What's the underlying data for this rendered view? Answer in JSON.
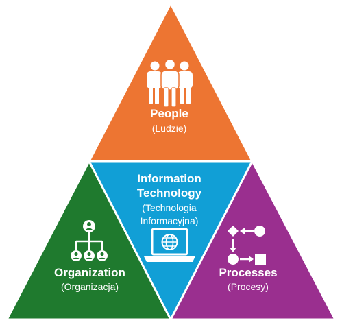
{
  "colors": {
    "people": "#ED7532",
    "organization": "#1F7A2E",
    "processes": "#9A2F8F",
    "technology": "#119FD6",
    "border": "#ffffff",
    "icon": "#ffffff"
  },
  "people": {
    "title": "People",
    "subtitle": "(Ludzie)",
    "icon": "group-of-people-icon"
  },
  "technology": {
    "title_line1": "Information",
    "title_line2": "Technology",
    "subtitle_line1": "(Technologia",
    "subtitle_line2": "Informacyjna)",
    "icon": "laptop-globe-icon"
  },
  "organization": {
    "title": "Organization",
    "subtitle": "(Organizacja)",
    "icon": "org-chart-icon"
  },
  "processes": {
    "title": "Processes",
    "subtitle": "(Procesy)",
    "icon": "process-flow-icon"
  }
}
